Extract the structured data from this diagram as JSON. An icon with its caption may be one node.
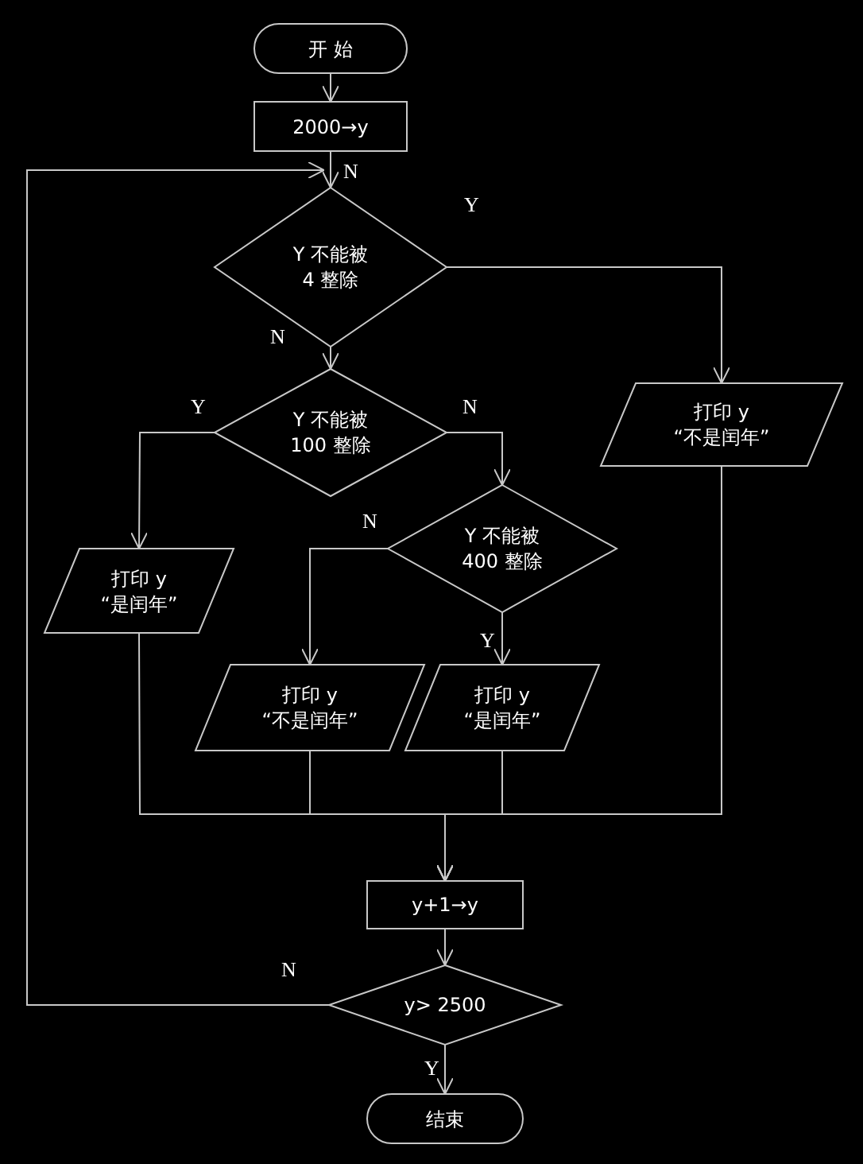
{
  "diagram": {
    "nodes": [
      {
        "text": [
          "开 始"
        ]
      },
      {
        "text": [
          "2000→y"
        ]
      },
      {
        "text": [
          "Y 不能被",
          "4 整除"
        ]
      },
      {
        "text": [
          "Y 不能被",
          "100 整除"
        ]
      },
      {
        "text": [
          "打印 y",
          "“不是闰年”"
        ]
      },
      {
        "text": [
          "打印 y",
          "“是闰年”"
        ]
      },
      {
        "text": [
          "Y 不能被",
          "400 整除"
        ]
      },
      {
        "text": [
          "打印 y",
          "“不是闰年”"
        ]
      },
      {
        "text": [
          "打印 y",
          "“是闰年”"
        ]
      },
      {
        "text": [
          "y+1→y"
        ]
      },
      {
        "text": [
          "y> 2500"
        ]
      },
      {
        "text": [
          "结束"
        ]
      }
    ],
    "edges": [
      {
        "from": 0,
        "to": 1,
        "arrow": "to"
      },
      {
        "from": 1,
        "to": 2,
        "arrow": "to"
      },
      {
        "from": 2,
        "to": 4,
        "arrow": "to",
        "label": "Y"
      },
      {
        "from": 2,
        "to": 3,
        "arrow": "to",
        "label": "N"
      },
      {
        "from": 3,
        "to": 5,
        "arrow": "to",
        "label": "Y"
      },
      {
        "from": 3,
        "to": 6,
        "arrow": "to",
        "label": "N"
      },
      {
        "from": 6,
        "to": 7,
        "arrow": "to",
        "label": "N"
      },
      {
        "from": 6,
        "to": 8,
        "arrow": "to",
        "label": "Y"
      },
      {
        "from": 5,
        "to": 9,
        "arrow": "to"
      },
      {
        "from": 7,
        "to": 9,
        "arrow": "to"
      },
      {
        "from": 8,
        "to": 9,
        "arrow": "to"
      },
      {
        "from": 4,
        "to": 9,
        "arrow": "to"
      },
      {
        "from": 9,
        "to": 10,
        "arrow": "to"
      },
      {
        "from": 10,
        "to": 2,
        "arrow": "to",
        "label": "N"
      },
      {
        "from": 10,
        "to": 11,
        "arrow": "to",
        "label": "Y"
      }
    ],
    "labels": [
      "N"
    ]
  }
}
